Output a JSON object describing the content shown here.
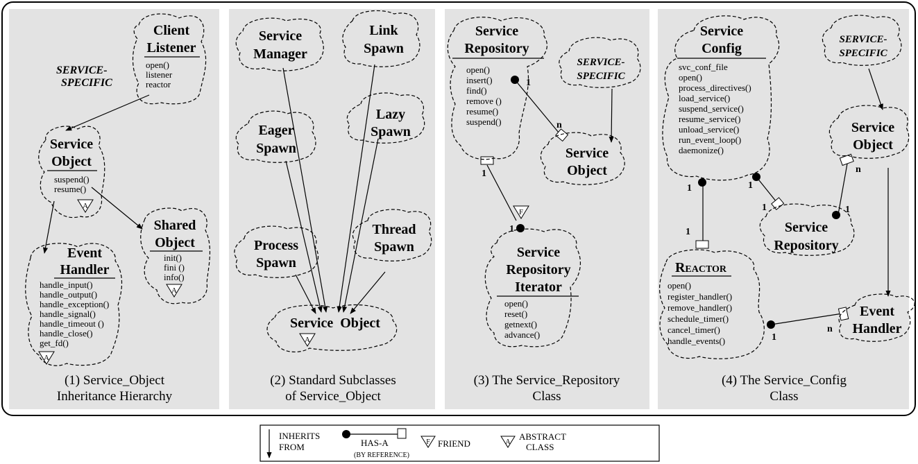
{
  "panels": [
    {
      "caption": [
        "(1) Service_Object",
        "Inheritance Hierarchy"
      ],
      "service_specific": [
        "SERVICE-",
        "SPECIFIC"
      ],
      "client_listener": {
        "title": [
          "Client",
          "Listener"
        ],
        "methods": [
          "open()",
          "listener",
          "reactor"
        ]
      },
      "service_object": {
        "title": [
          "Service",
          "Object"
        ],
        "methods": [
          "suspend()",
          "resume()"
        ]
      },
      "shared_object": {
        "title": [
          "Shared",
          "Object"
        ],
        "methods": [
          "init()",
          "fini ()",
          "info()"
        ]
      },
      "event_handler": {
        "title": [
          "Event",
          "Handler"
        ],
        "methods": [
          "handle_input()",
          "handle_output()",
          "handle_exception()",
          "handle_signal()",
          "handle_timeout ()",
          "handle_close()",
          "get_fd()"
        ]
      }
    },
    {
      "caption": [
        "(2) Standard Subclasses",
        "of Service_Object"
      ],
      "service_manager": [
        "Service",
        "Manager"
      ],
      "link_spawn": [
        "Link",
        "Spawn"
      ],
      "eager_spawn": [
        "Eager",
        "Spawn"
      ],
      "lazy_spawn": [
        "Lazy",
        "Spawn"
      ],
      "process_spawn": [
        "Process",
        "Spawn"
      ],
      "thread_spawn": [
        "Thread",
        "Spawn"
      ],
      "service_object": "Service  Object"
    },
    {
      "caption": [
        "(3) The Service_Repository",
        "Class"
      ],
      "service_repository": {
        "title": [
          "Service",
          "Repository"
        ],
        "methods": [
          "open()",
          "insert()",
          "find()",
          "remove ()",
          "resume()",
          "suspend()"
        ]
      },
      "service_specific": [
        "SERVICE-",
        "SPECIFIC"
      ],
      "service_object": [
        "Service",
        "Object"
      ],
      "iterator": {
        "title": [
          "Service",
          "Repository",
          "Iterator"
        ],
        "methods": [
          "open()",
          "reset()",
          "getnext()",
          "advance()"
        ]
      },
      "mult_1a": "1",
      "mult_n": "n",
      "mult_1b": "1",
      "mult_1c": "1"
    },
    {
      "caption": [
        "(4) The Service_Config",
        "Class"
      ],
      "service_config": {
        "title": [
          "Service",
          "Config"
        ],
        "methods": [
          "svc_conf_file",
          "open()",
          "process_directives()",
          "load_service()",
          "suspend_service()",
          "resume_service()",
          "unload_service()",
          "run_event_loop()",
          "daemonize()"
        ]
      },
      "service_specific": [
        "SERVICE-",
        "SPECIFIC"
      ],
      "service_object": [
        "Service",
        "Object"
      ],
      "service_repository": [
        "Service",
        "Repository"
      ],
      "reactor": {
        "title": "Reactor",
        "methods": [
          "open()",
          "register_handler()",
          "remove_handler()",
          "schedule_timer()",
          "cancel_timer()",
          "handle_events()"
        ]
      },
      "event_handler": [
        "Event",
        "Handler"
      ],
      "mult_1a": "1",
      "mult_1b": "1",
      "mult_1c": "1",
      "mult_1d": "1",
      "mult_1e": "1",
      "mult_n1": "n",
      "mult_n2": "n"
    }
  ],
  "legend": {
    "inherits": [
      "INHERITS",
      "FROM"
    ],
    "has_a": "HAS-A",
    "by_reference": "(BY REFERENCE)",
    "friend": "FRIEND",
    "abstract": [
      "ABSTRACT",
      "CLASS"
    ],
    "friend_glyph": "F",
    "abstract_glyph": "A"
  }
}
